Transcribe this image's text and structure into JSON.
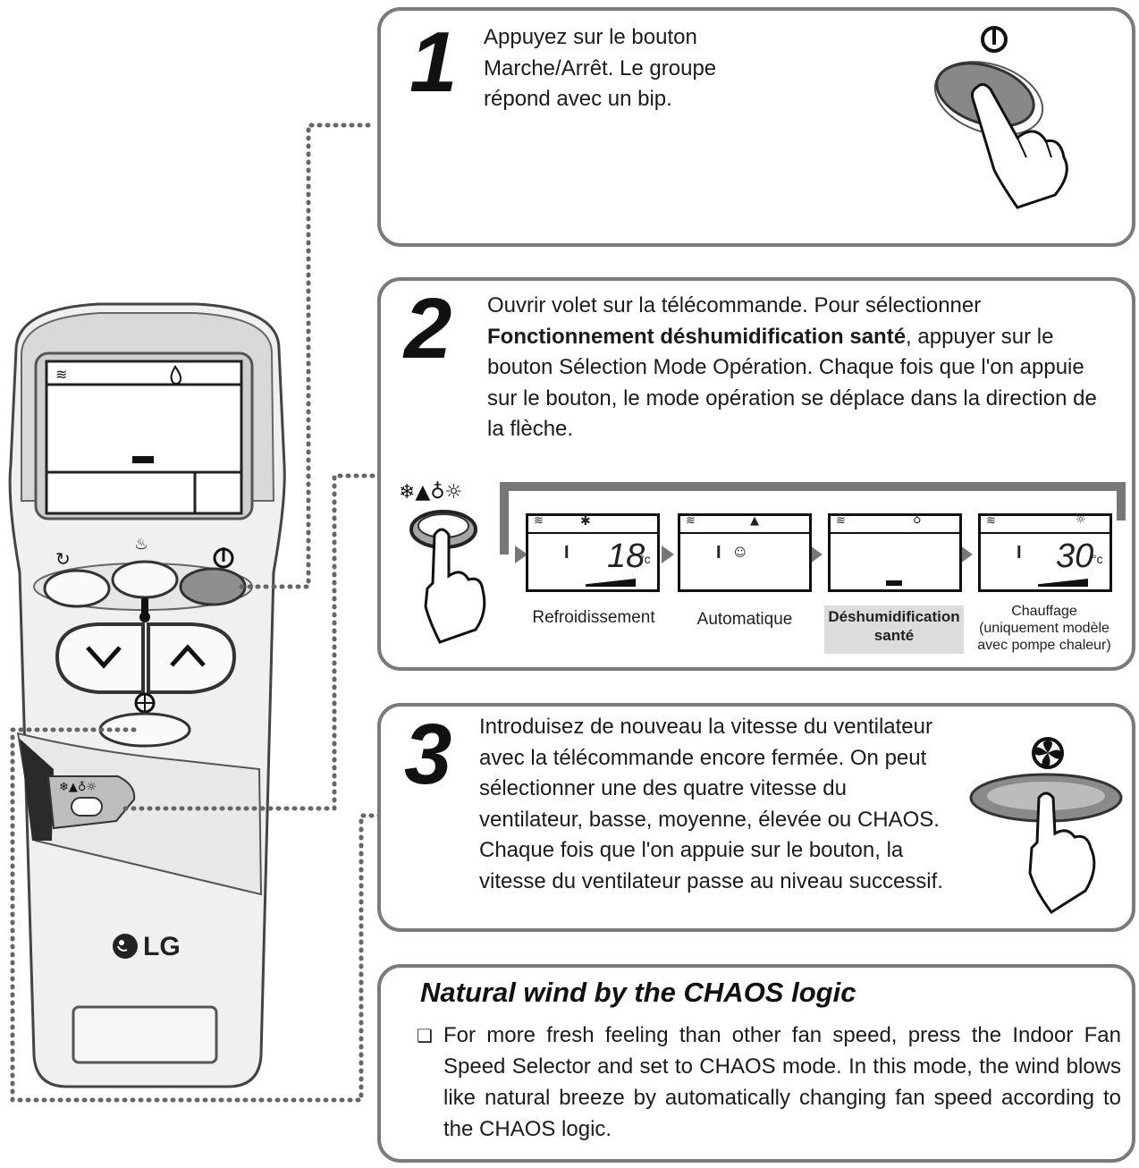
{
  "remote": {
    "brand": "LG",
    "mode_icons": "❄▲♁☼"
  },
  "step1": {
    "number": "1",
    "text": "Appuyez sur le bouton Marche/Arrêt. Le groupe répond avec un bip."
  },
  "step2": {
    "number": "2",
    "text_before": "Ouvrir volet sur la télécommande. Pour sélectionner ",
    "text_bold": "Fonctionnement déshumidification santé",
    "text_after": ", appuyer sur le bouton Sélection Mode Opération. Chaque fois que l'on appuie sur le bouton, le mode opération se déplace dans la direction de la flèche.",
    "modes": [
      {
        "label": "Refroidissement",
        "temp": "18",
        "unit": "°c"
      },
      {
        "label": "Automatique",
        "temp": "",
        "unit": ""
      },
      {
        "label": "Déshumidification santé",
        "temp": "",
        "unit": ""
      },
      {
        "label": "Chauffage (uniquement modèle avec pompe chaleur)",
        "temp": "30",
        "unit": "°c"
      }
    ]
  },
  "step3": {
    "number": "3",
    "text": "Introduisez de nouveau la vitesse du ventilateur avec la télécommande encore fermée. On peut sélectionner une des quatre vitesse du ventilateur, basse, moyenne, élevée ou CHAOS. Chaque fois que l'on appuie sur le bouton, la vitesse du ventilateur passe au niveau successif."
  },
  "note": {
    "title": "Natural wind by the CHAOS logic",
    "bullet": "❑",
    "text": "For more fresh feeling than other fan speed, press the Indoor Fan Speed Selector and set to CHAOS mode. In this mode, the wind blows like natural breeze by automatically changing fan speed according to the CHAOS logic."
  }
}
